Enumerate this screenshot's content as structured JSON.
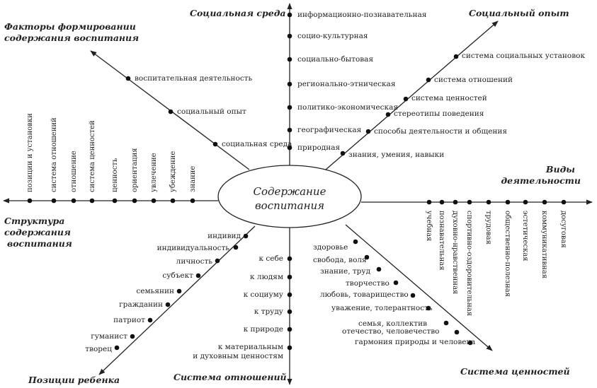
{
  "center": {
    "line1": "Содержание",
    "line2": "воспитания"
  },
  "categories": {
    "social_env": "Социальная среда",
    "social_exp": "Социальный опыт",
    "factors_1": "Факторы формировании",
    "factors_2": "содержания воспитания",
    "activity_1": "Виды",
    "activity_2": "деятельности",
    "structure_1": "Структура",
    "structure_2": "содержания",
    "structure_3": "воспитания",
    "positions": "Позиции ребенка",
    "relations": "Система отношений",
    "values": "Система ценностей"
  },
  "social_env_items": [
    "информационно-познавательная",
    "социо-культурная",
    "социально-бытовая",
    "регионально-этническая",
    "политико-экономическая",
    "географическая",
    "природная"
  ],
  "social_exp_items": [
    "система социальных установок",
    "система отношений",
    "система ценностей",
    "стереотипы поведения",
    "способы деятельности и общения",
    "знания, умения, навыки"
  ],
  "factors_items": [
    "воспитательная деятельность",
    "социальный опыт",
    "социальная среда"
  ],
  "structure_items": [
    "позиции и установки",
    "система отношений",
    "отношение",
    "система ценностей",
    "ценность",
    "ориентация",
    "увлечение",
    "убеждение",
    "знание"
  ],
  "activity_items": [
    "учебная",
    "познавательная",
    "духовно-нравственная",
    "спортивно-оздоровительная",
    "трудовая",
    "общественно-полезная",
    "эстетическая",
    "коммуникативная",
    "досуговая"
  ],
  "positions_items": [
    "индивид",
    "индивидуальность",
    "личность",
    "субъект",
    "семьянин",
    "гражданин",
    "патриот",
    "гуманист",
    "творец"
  ],
  "relations_items": [
    "к себе",
    "к людям",
    "к социуму",
    "к труду",
    "к природе",
    "к материальным",
    "и духовным ценностям"
  ],
  "values_items": [
    "здоровье",
    "свобода, воля",
    "знание, труд",
    "творчество",
    "любовь, товарищество",
    "уважение, толерантность",
    "семья, коллектив",
    "отечество, человечество",
    "гармония природы и человека"
  ]
}
